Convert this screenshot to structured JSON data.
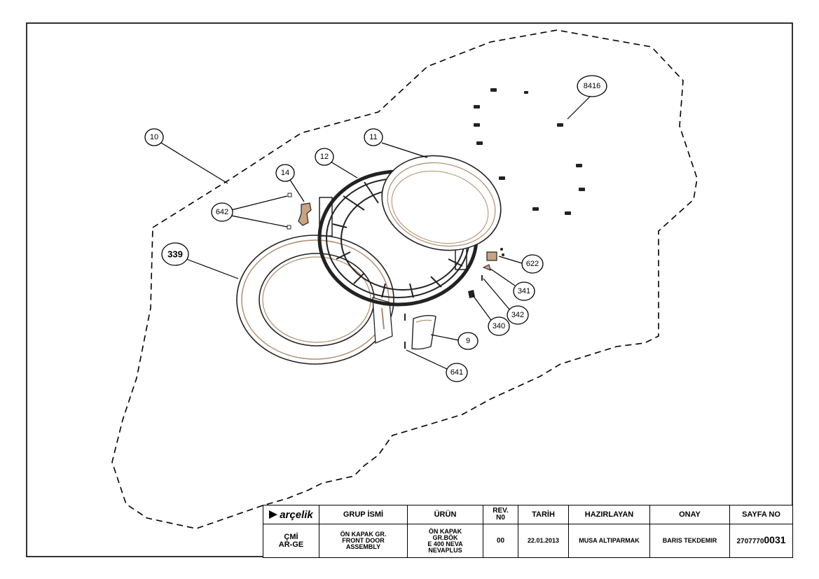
{
  "drawing": {
    "callouts": [
      "10",
      "14",
      "642",
      "339",
      "12",
      "11",
      "8416",
      "622",
      "341",
      "342",
      "340",
      "9",
      "641"
    ]
  },
  "title_block": {
    "headers": {
      "logo": "arçelik",
      "group_name": "GRUP İSMİ",
      "product": "ÜRÜN",
      "rev_line1": "REV.",
      "rev_line2": "N0",
      "date": "TARİH",
      "prepared_by": "HAZIRLAYAN",
      "approval": "ONAY",
      "page_no": "SAYFA NO"
    },
    "values": {
      "dept_line1": "ÇMİ",
      "dept_line2": "AR-GE",
      "group_line1": "ÖN KAPAK GR.",
      "group_line2": "FRONT DOOR",
      "group_line3": "ASSEMBLY",
      "product_line1": "ÖN KAPAK",
      "product_line2": "GR.BÖK",
      "product_line3": "E 400 NEVA",
      "product_line4": "NEVAPLUS",
      "rev": "00",
      "date": "22.01.2013",
      "prepared_by": "MUSA ALTIPARMAK",
      "approval": "BARIS TEKDEMIR",
      "page_prefix": "2707770",
      "page_suffix": "0031"
    }
  }
}
